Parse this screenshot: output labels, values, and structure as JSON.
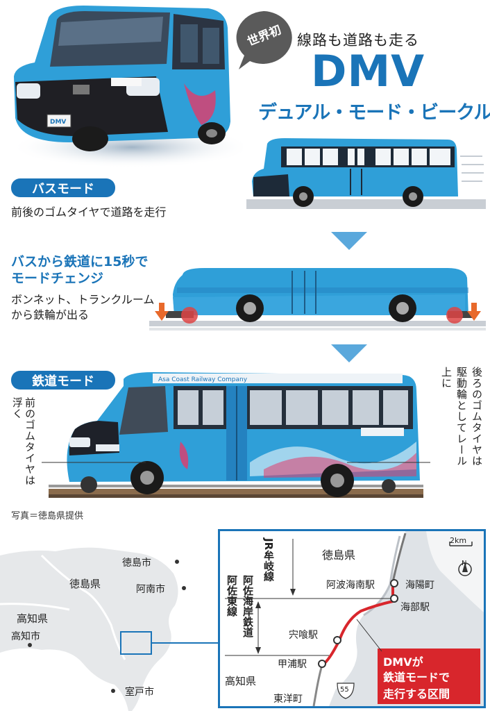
{
  "header": {
    "badge": "世界初",
    "tagline": "線路も道路も走る",
    "title": "DMV",
    "subtitle": "デュアル・モード・ビークル"
  },
  "bus_mode": {
    "label": "バスモード",
    "desc": "前後のゴムタイヤで道路を走行"
  },
  "change": {
    "heading_line1": "バスから鉄道に15秒で",
    "heading_line2": "モードチェンジ",
    "desc_line1": "ボンネット、トランクルーム",
    "desc_line2": "から鉄輪が出る"
  },
  "rail_mode": {
    "label": "鉄道モード",
    "note_front": "前のゴムタイヤは浮く",
    "note_rear_1": "後ろのゴムタイヤは",
    "note_rear_2": "駆動輪としてレール",
    "note_rear_3": "上に",
    "bus_company": "Asa Coast Railway Company",
    "photo_credit": "写真＝徳島県提供"
  },
  "left_map": {
    "prefecture_tokushima": "徳島県",
    "prefecture_kochi": "高知県",
    "city_tokushima": "徳島市",
    "city_anan": "阿南市",
    "city_kochi": "高知市",
    "city_muroto": "室戸市"
  },
  "right_map": {
    "prefecture_tokushima": "徳島県",
    "prefecture_kochi": "高知県",
    "jr_line": "JR牟岐線",
    "asa_line": "阿佐海岸鉄道",
    "asa_east_line": "阿佐東線",
    "scale": "2km",
    "north": "N",
    "stations": [
      "阿波海南駅",
      "海部駅",
      "宍喰駅",
      "甲浦駅"
    ],
    "towns": [
      "海陽町",
      "東洋町"
    ],
    "route_number": "55",
    "callout_1": "DMVが",
    "callout_2": "鉄道モードで",
    "callout_3": "走行する区間"
  },
  "colors": {
    "brand_blue": "#1a74b8",
    "bus_blue": "#2f9fd8",
    "route_red": "#d8262c"
  }
}
